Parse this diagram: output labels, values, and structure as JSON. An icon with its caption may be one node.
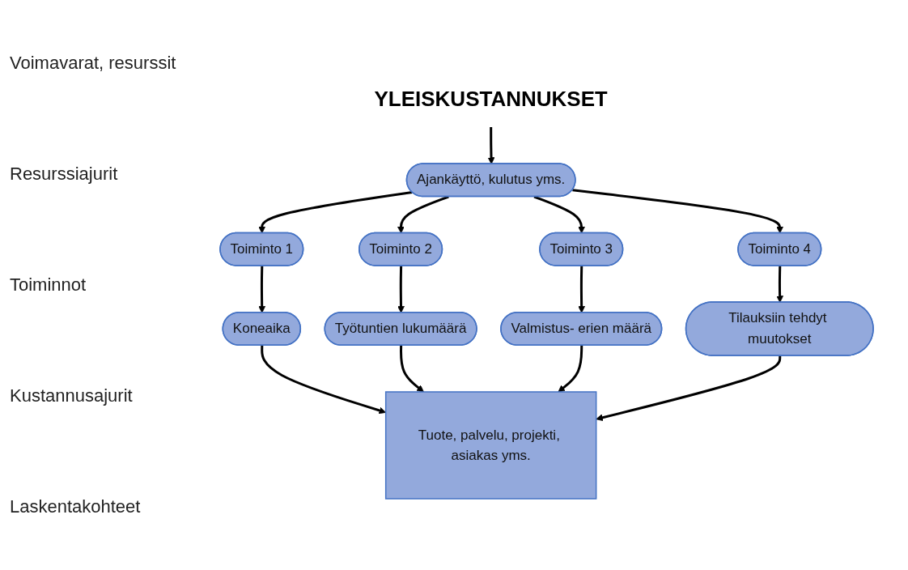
{
  "diagram": {
    "nodes": [
      {
        "text": [
          "YLEISKUSTANNUKSET"
        ]
      },
      {
        "text": [
          "Ajankäyttö, kulutus yms."
        ]
      },
      {
        "text": [
          "Toiminto 1"
        ]
      },
      {
        "text": [
          "Toiminto 2"
        ]
      },
      {
        "text": [
          "Toiminto 3"
        ]
      },
      {
        "text": [
          "Toiminto 4"
        ]
      },
      {
        "text": [
          "Koneaika"
        ]
      },
      {
        "text": [
          "Työtuntien lukumäärä"
        ]
      },
      {
        "text": [
          "Valmistus- erien määrä"
        ]
      },
      {
        "text": [
          "Tilauksiin tehdyt muutokset"
        ]
      },
      {
        "text": [
          "Tuote, palvelu, projekti, asiakas yms."
        ]
      }
    ],
    "edges": [
      {
        "from": 0,
        "to": 1,
        "arrow": "to"
      },
      {
        "from": 1,
        "to": 2,
        "arrow": "to"
      },
      {
        "from": 1,
        "to": 3,
        "arrow": "to"
      },
      {
        "from": 1,
        "to": 4,
        "arrow": "to"
      },
      {
        "from": 1,
        "to": 5,
        "arrow": "to"
      },
      {
        "from": 2,
        "to": 6,
        "arrow": "to"
      },
      {
        "from": 3,
        "to": 7,
        "arrow": "to"
      },
      {
        "from": 4,
        "to": 8,
        "arrow": "to"
      },
      {
        "from": 5,
        "to": 9,
        "arrow": "to"
      },
      {
        "from": 6,
        "to": 10,
        "arrow": "to"
      },
      {
        "from": 7,
        "to": 10,
        "arrow": "to"
      },
      {
        "from": 8,
        "to": 10,
        "arrow": "to"
      },
      {
        "from": 9,
        "to": 10,
        "arrow": "to"
      }
    ],
    "labels": [
      "Voimavarat, resurssit",
      "Resurssiajurit",
      "Toiminnot",
      "Kustannusajurit",
      "Laskentakohteet"
    ]
  }
}
